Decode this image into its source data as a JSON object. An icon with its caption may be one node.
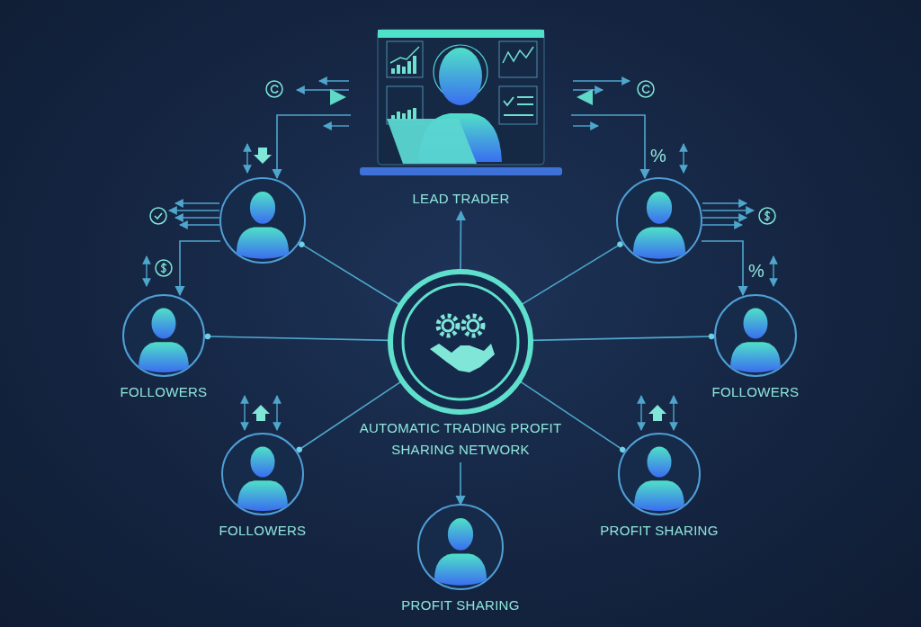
{
  "diagram": {
    "nodes": [
      {
        "text": [
          "LEAD TRADER"
        ]
      },
      {
        "text": [
          "AUTOMATIC TRADING PROFIT SHARING NETWORK"
        ]
      },
      {
        "text": [],
        "shape": "person"
      },
      {
        "text": [],
        "shape": "person"
      },
      {
        "text": [
          "FOLLOWERS"
        ]
      },
      {
        "text": [
          "FOLLOWERS"
        ]
      },
      {
        "text": [
          "FOLLOWERS"
        ]
      },
      {
        "text": [
          "PROFIT SHARING"
        ]
      },
      {
        "text": [
          "PROFIT SHARING"
        ]
      }
    ],
    "edges": [
      {
        "from": 1,
        "to": 0,
        "arrow": "to"
      },
      {
        "from": 1,
        "to": 2,
        "arrow": "other"
      },
      {
        "from": 1,
        "to": 3,
        "arrow": "other"
      },
      {
        "from": 1,
        "to": 4,
        "arrow": "other"
      },
      {
        "from": 1,
        "to": 5,
        "arrow": "other"
      },
      {
        "from": 1,
        "to": 6,
        "arrow": "other"
      },
      {
        "from": 1,
        "to": 8,
        "arrow": "other"
      },
      {
        "from": 1,
        "to": 7,
        "arrow": "to"
      },
      {
        "from": 0,
        "to": 2,
        "arrow": "to"
      },
      {
        "from": 0,
        "to": 3,
        "arrow": "to"
      },
      {
        "from": 2,
        "to": 4,
        "arrow": "to"
      },
      {
        "from": 3,
        "to": 5,
        "arrow": "to"
      }
    ],
    "labels": [
      "%",
      "%"
    ]
  }
}
